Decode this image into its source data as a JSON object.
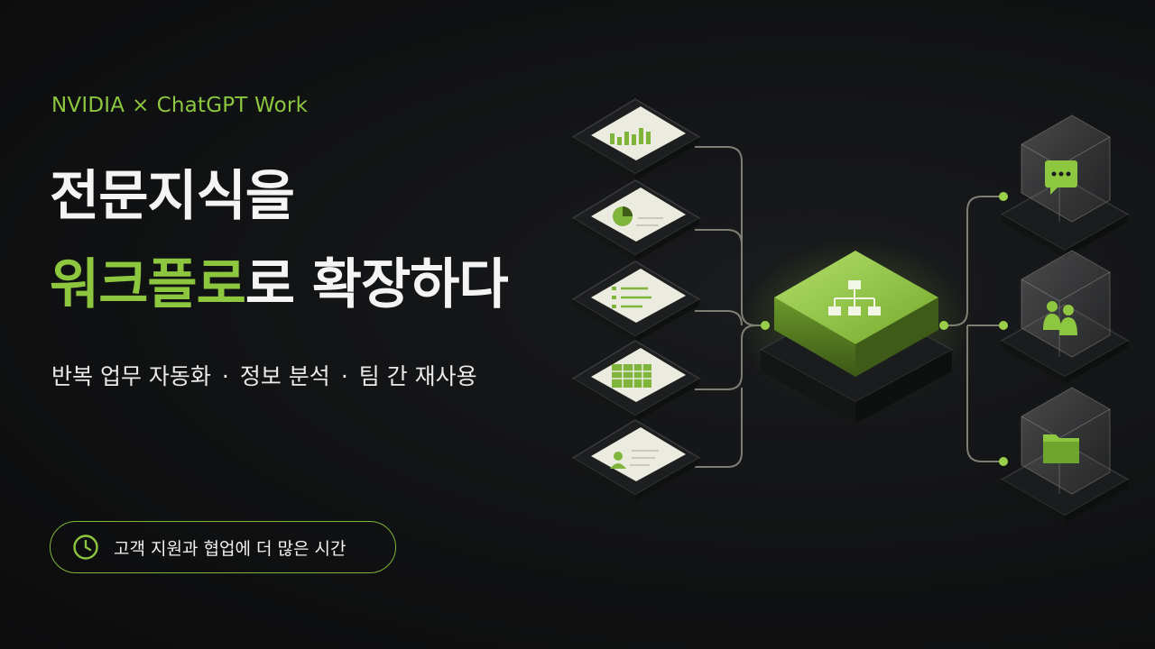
{
  "header": {
    "brand_left": "NVIDIA",
    "brand_sep": "×",
    "brand_right": "ChatGPT Work"
  },
  "headline": {
    "line1": "전문지식을",
    "line2_highlight": "워크플로",
    "line2_rest": "로 확장하다"
  },
  "subtitle": {
    "items": [
      "반복 업무 자동화",
      "정보 분석",
      "팀 간 재사용"
    ],
    "sep": "·"
  },
  "cta": {
    "icon": "clock-icon",
    "label": "고객 지원과 협업에 더 많은 시간"
  },
  "colors": {
    "accent": "#8dc63f",
    "background": "#111213",
    "card": "#ecebe0"
  },
  "diagram": {
    "inputs": [
      "bar-chart-document-icon",
      "pie-chart-document-icon",
      "checklist-document-icon",
      "spreadsheet-document-icon",
      "profile-document-icon"
    ],
    "hub": "workflow-hub-icon",
    "outputs": [
      "chat-cube-icon",
      "team-cube-icon",
      "folder-cube-icon"
    ]
  }
}
